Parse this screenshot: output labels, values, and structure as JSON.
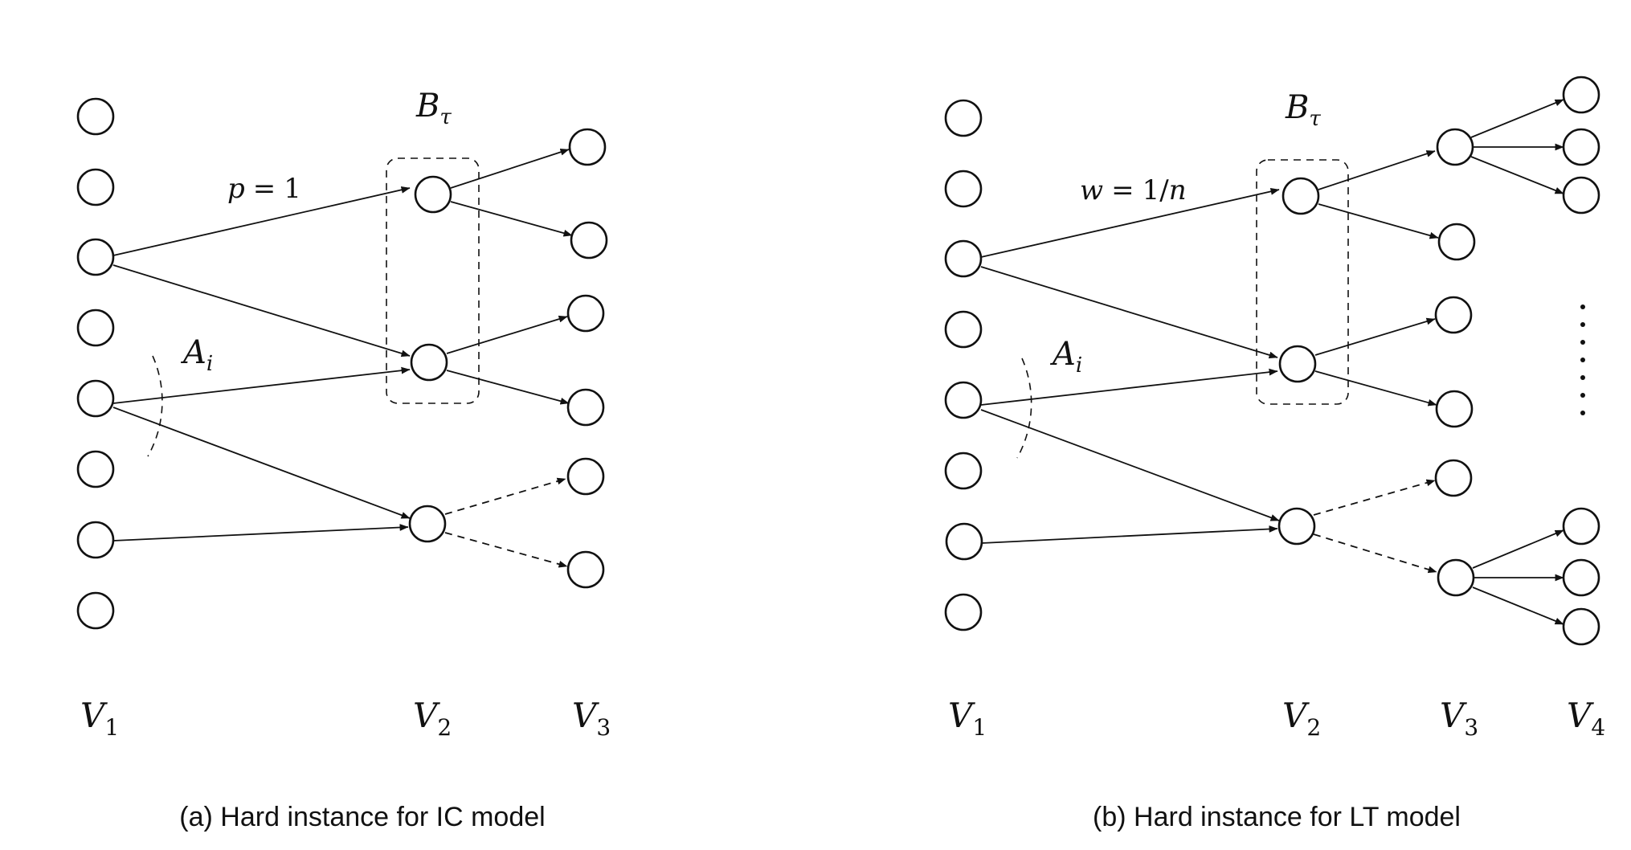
{
  "panel_a": {
    "caption": "(a) Hard instance for IC model",
    "edge_label_var": "p",
    "edge_label_eq": "=",
    "edge_label_val": "1",
    "set_b_main": "B",
    "set_b_sub": "τ",
    "set_a_main": "A",
    "set_a_sub": "i",
    "layers": [
      {
        "main": "V",
        "sub": "1"
      },
      {
        "main": "V",
        "sub": "2"
      },
      {
        "main": "V",
        "sub": "3"
      }
    ]
  },
  "panel_b": {
    "caption": "(b) Hard instance for LT model",
    "edge_label_var": "w",
    "edge_label_eq": "=",
    "edge_label_val": "1/",
    "edge_label_var2": "n",
    "set_b_main": "B",
    "set_b_sub": "τ",
    "set_a_main": "A",
    "set_a_sub": "i",
    "layers": [
      {
        "main": "V",
        "sub": "1"
      },
      {
        "main": "V",
        "sub": "2"
      },
      {
        "main": "V",
        "sub": "3"
      },
      {
        "main": "V",
        "sub": "4"
      }
    ]
  },
  "colors": {
    "ink": "#111111",
    "background": "#ffffff"
  }
}
